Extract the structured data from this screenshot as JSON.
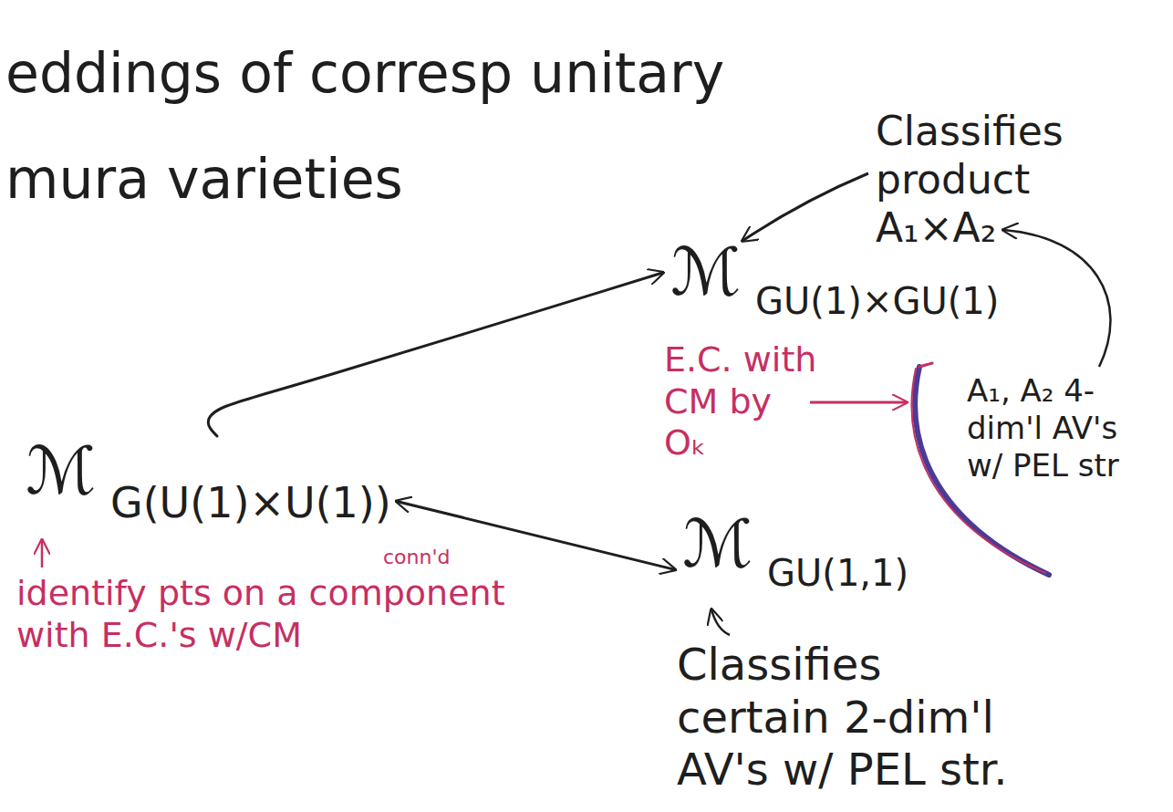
{
  "diagram": {
    "nodes": [
      {
        "text": [
          "ℳ",
          "GU(1)×GU(1)"
        ]
      },
      {
        "text": [
          "ℳ",
          "G(U(1)×U(1))"
        ]
      },
      {
        "text": [
          "ℳ",
          "GU(1,1)"
        ]
      }
    ],
    "edges": [
      {
        "from": 1,
        "to": 0,
        "arrow": "to"
      },
      {
        "from": 1,
        "to": 2,
        "arrow": "both"
      }
    ],
    "labels": [
      "eddings of corresp unitary",
      "mura varieties",
      "Classifies product A₁×A₂",
      "E.C. with CM by Oₖ",
      "A₁, A₂ 4-dim'l AV's w/ PEL str",
      "conn'd",
      "identify pts on a component with E.C.'s w/CM",
      "Classifies certain 2-dim'l AV's w/ PEL str."
    ]
  }
}
